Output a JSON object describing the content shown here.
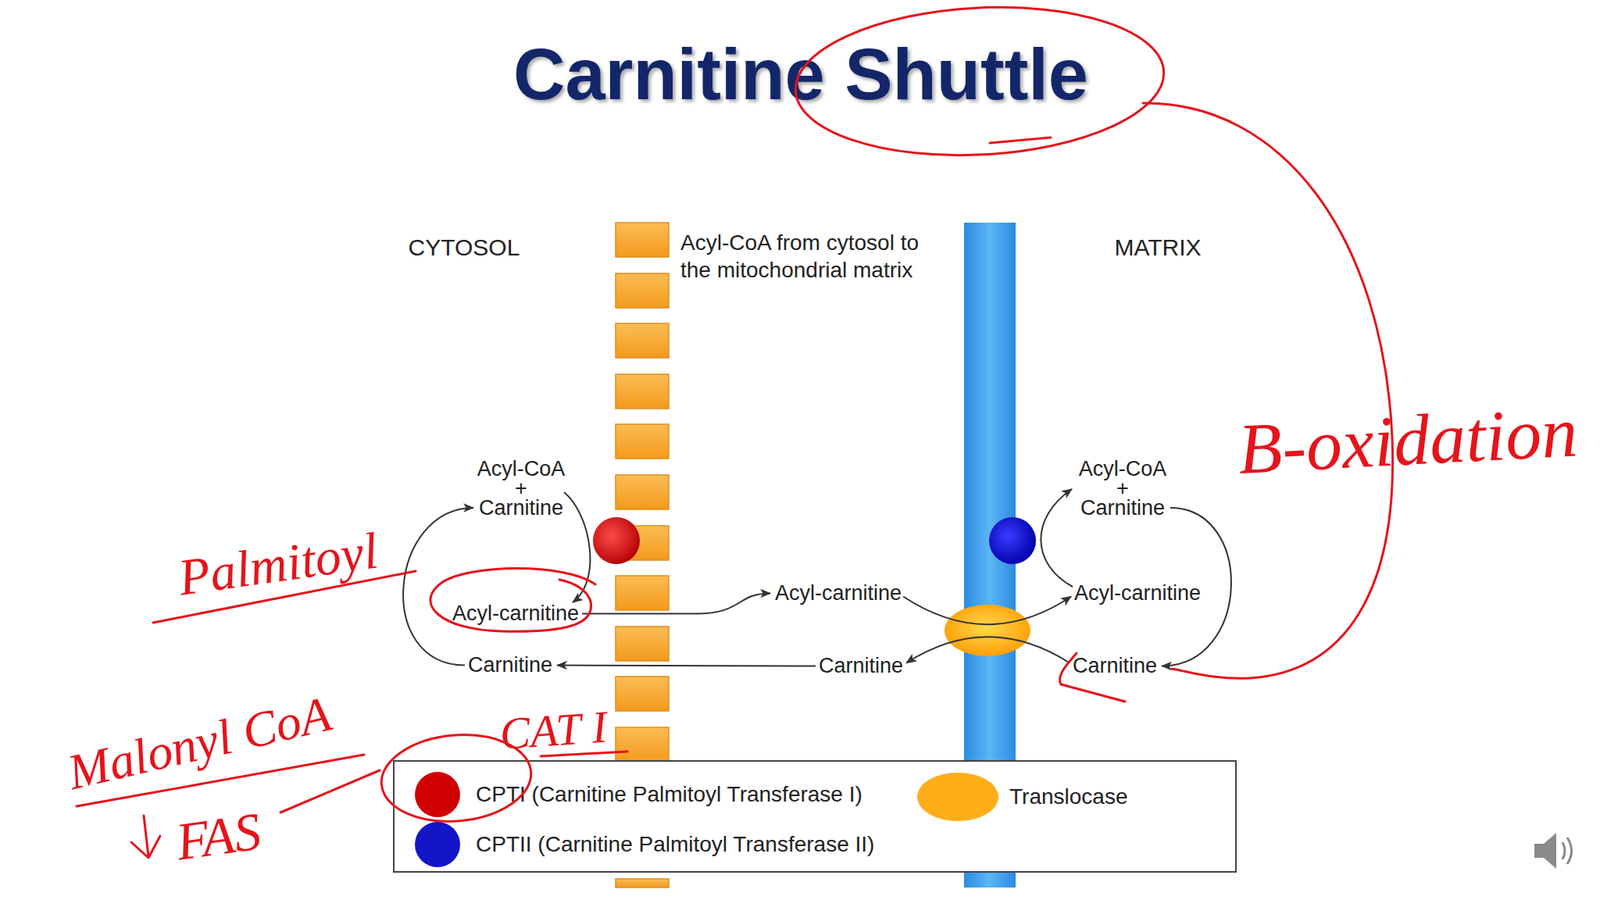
{
  "diagram": {
    "title": "Carnitine Shuttle",
    "nodes": [
      {
        "text": [
          "Acyl-CoA + Carnitine"
        ]
      },
      {
        "text": [
          "Acyl-carnitine"
        ]
      },
      {
        "text": [
          "Carnitine"
        ]
      },
      {
        "text": [
          "Acyl-carnitine"
        ]
      },
      {
        "text": [
          "Carnitine"
        ]
      },
      {
        "text": [
          "Acyl-CoA + Carnitine"
        ]
      },
      {
        "text": [
          "Acyl-carnitine"
        ]
      },
      {
        "text": [
          "Carnitine"
        ]
      }
    ],
    "edges": [
      {
        "from": 2,
        "to": 0,
        "arrow": "to"
      },
      {
        "from": 0,
        "to": 1,
        "arrow": "to"
      },
      {
        "from": 1,
        "to": 3,
        "arrow": "to"
      },
      {
        "from": 3,
        "to": 6,
        "arrow": "to"
      },
      {
        "from": 7,
        "to": 4,
        "arrow": "to"
      },
      {
        "from": 4,
        "to": 2,
        "arrow": "to"
      },
      {
        "from": 6,
        "to": 5,
        "arrow": "to"
      },
      {
        "from": 5,
        "to": 7,
        "arrow": "to"
      }
    ],
    "labels": [
      "CYTOSOL",
      "Acyl-CoA from cytosol to the mitochondrial matrix",
      "MATRIX",
      "B-oxidation",
      "Palmitoyl",
      "CAT I",
      "Malonyl CoA",
      "FAS"
    ],
    "legend": [
      {
        "text": "CPTI (Carnitine Palmitoyl Transferase I)",
        "color": "#d10000"
      },
      {
        "text": "CPTII (Carnitine Palmitoyl Transferase II)",
        "color": "#1414c8"
      },
      {
        "text": "Translocase",
        "color": "#ffae1a"
      }
    ]
  }
}
